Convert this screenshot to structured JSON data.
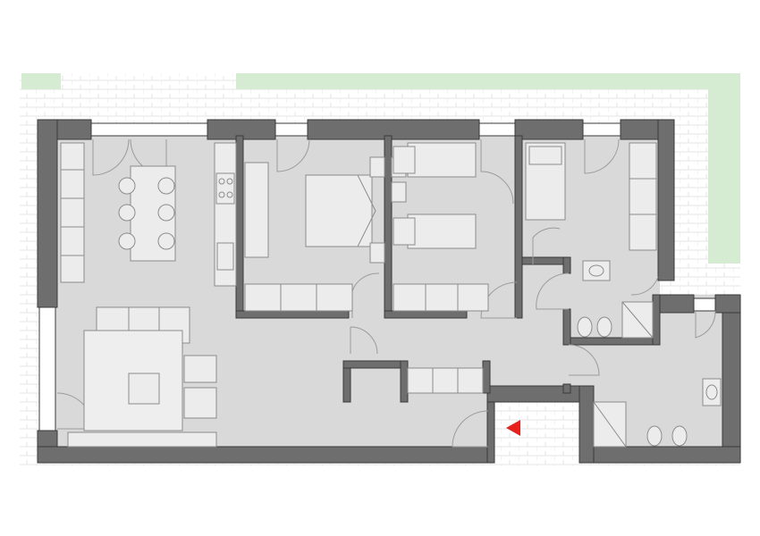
{
  "colors": {
    "background": "#ffffff",
    "garden": "#d6ecd2",
    "paving": "#ffffff",
    "paving_grid": "#e6e6e6",
    "floor": "#d9d9d9",
    "wall": "#6e6e6e",
    "wall_outline": "#3a3a3a",
    "furniture_fill": "#ececec",
    "furniture_stroke": "#8c8c8c",
    "door_swing": "#9a9a9a",
    "window": "#ffffff",
    "entrance_marker": "#e8221b"
  },
  "icons": {
    "entrance": "entrance-arrow-icon",
    "door": "door-swing-icon",
    "window": "window-icon"
  },
  "rooms": [
    {
      "id": "living-kitchen",
      "furniture": [
        "sofa",
        "armchairs",
        "coffee-table",
        "dining-table",
        "chairs",
        "kitchen-counter",
        "cooktop",
        "sink",
        "tv-unit",
        "wardrobe-bench"
      ]
    },
    {
      "id": "master-bedroom",
      "furniture": [
        "double-bed",
        "nightstands",
        "wardrobe",
        "desk"
      ]
    },
    {
      "id": "twin-bedroom",
      "furniture": [
        "single-bed",
        "single-bed",
        "nightstands",
        "wardrobe"
      ]
    },
    {
      "id": "single-bedroom",
      "furniture": [
        "single-bed",
        "wardrobe"
      ]
    },
    {
      "id": "bathroom-1",
      "furniture": [
        "washbasin",
        "toilet",
        "bidet",
        "shower"
      ]
    },
    {
      "id": "bathroom-2",
      "furniture": [
        "washbasin",
        "toilet",
        "bidet",
        "shower"
      ]
    },
    {
      "id": "hallway",
      "furniture": [
        "storage-closet"
      ]
    }
  ]
}
